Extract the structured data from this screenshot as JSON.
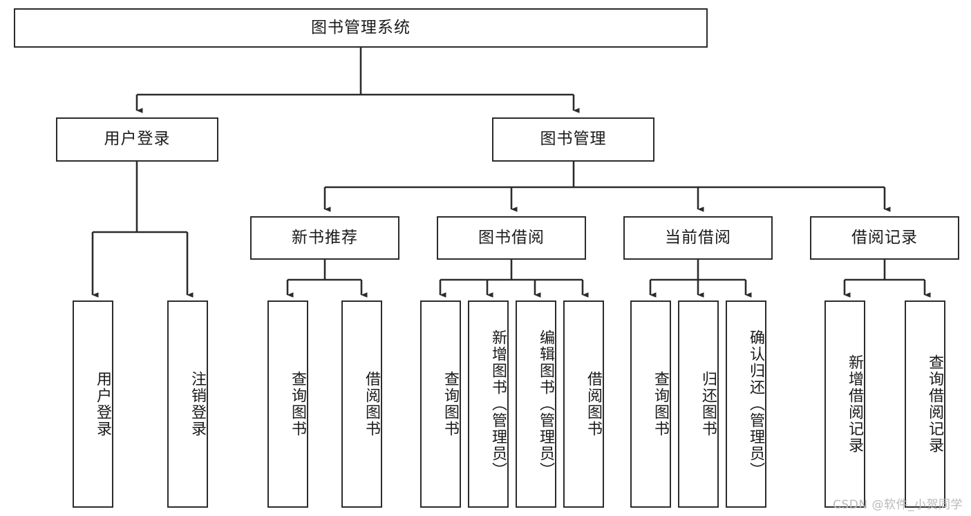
{
  "diagram": {
    "title_node": {
      "id": "root",
      "label": "图书管理系统"
    },
    "level2": [
      {
        "id": "user-login",
        "label": "用户登录"
      },
      {
        "id": "book-manage",
        "label": "图书管理"
      }
    ],
    "level3": [
      {
        "id": "new-book-rec",
        "label": "新书推荐"
      },
      {
        "id": "book-borrow",
        "label": "图书借阅"
      },
      {
        "id": "current-borrow",
        "label": "当前借阅"
      },
      {
        "id": "borrow-record",
        "label": "借阅记录"
      }
    ],
    "leaves": {
      "user_login": [
        {
          "id": "leaf-user-login",
          "label": "用户登录"
        },
        {
          "id": "leaf-logout-login",
          "label": "注销登录"
        }
      ],
      "new_book_rec": [
        {
          "id": "leaf-query-book-1",
          "label": "查询图书"
        },
        {
          "id": "leaf-borrow-book-1",
          "label": "借阅图书"
        }
      ],
      "book_borrow": [
        {
          "id": "leaf-query-book-2",
          "label": "查询图书"
        },
        {
          "id": "leaf-add-book",
          "label": "新增图书（管理员）"
        },
        {
          "id": "leaf-edit-book",
          "label": "编辑图书（管理员）"
        },
        {
          "id": "leaf-borrow-book-2",
          "label": "借阅图书"
        }
      ],
      "current_borrow": [
        {
          "id": "leaf-query-book-3",
          "label": "查询图书"
        },
        {
          "id": "leaf-return-book",
          "label": "归还图书"
        },
        {
          "id": "leaf-confirm-return",
          "label": "确认归还（管理员）"
        }
      ],
      "borrow_record": [
        {
          "id": "leaf-add-record",
          "label": "新增借阅记录"
        },
        {
          "id": "leaf-query-record",
          "label": "查询借阅记录"
        }
      ]
    }
  },
  "colors": {
    "border": "#2b2b2b",
    "background": "#ffffff",
    "text": "#1a1a1a",
    "watermark": "#b9b9b9"
  },
  "watermark": {
    "text": "CSDN @软件_小贺同学"
  }
}
